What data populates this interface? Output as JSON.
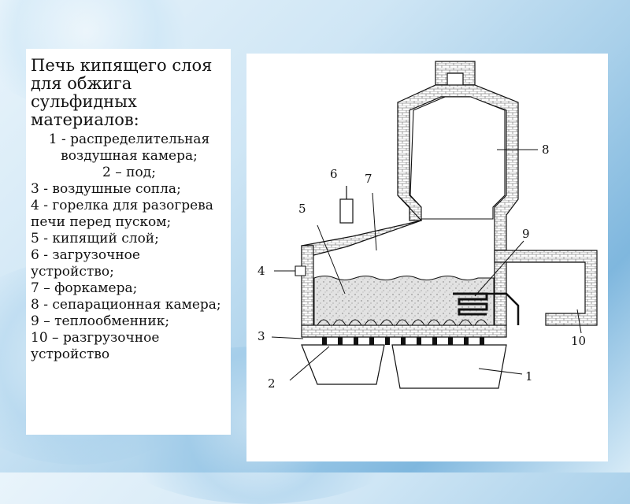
{
  "text": {
    "title": "Печь кипящего слоя для обжига сульфидных материалов:",
    "items": [
      "1 - распределительная воздушная камера;",
      "2 – под;",
      "3 - воздушные сопла;",
      "4 - горелка для разогрева печи перед пуском;",
      "5 - кипящий слой;",
      "6 - загрузочное устройство;",
      "7 – форкамера;",
      "8 - сепарационная камера;",
      "9 – теплообменник;",
      "10 – разгрузочное устройство"
    ]
  },
  "diagram": {
    "labels": [
      "1",
      "2",
      "3",
      "4",
      "5",
      "6",
      "7",
      "8",
      "9",
      "10"
    ],
    "colors": {
      "line": "#111111",
      "brick": "#9a9a9a",
      "bed": "#d6d6d6",
      "background": "#ffffff"
    }
  }
}
